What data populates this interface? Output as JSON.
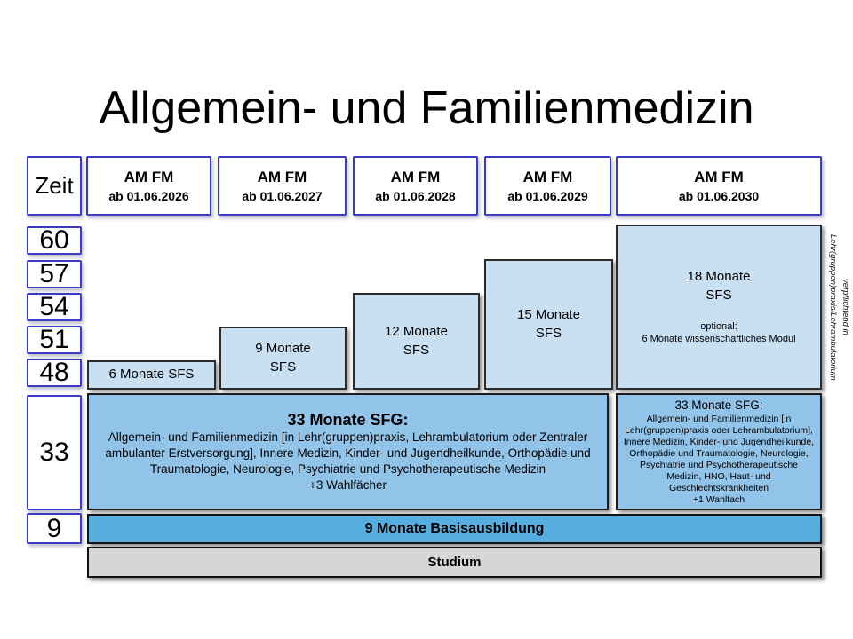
{
  "title": "Allgemein- und Familienmedizin",
  "zeit": {
    "label": "Zeit",
    "rows": [
      "60",
      "57",
      "54",
      "51",
      "48",
      "33",
      "9"
    ]
  },
  "cohorts": [
    {
      "name": "AM FM",
      "start": "ab 01.06.2026"
    },
    {
      "name": "AM FM",
      "start": "ab 01.06.2027"
    },
    {
      "name": "AM FM",
      "start": "ab 01.06.2028"
    },
    {
      "name": "AM FM",
      "start": "ab 01.06.2029"
    },
    {
      "name": "AM FM",
      "start": "ab 01.06.2030"
    }
  ],
  "sfs": {
    "box6": {
      "line1": "6 Monate  SFS"
    },
    "box9": {
      "line1": "9 Monate",
      "line2": "SFS"
    },
    "box12": {
      "line1": "12 Monate",
      "line2": "SFS"
    },
    "box15": {
      "line1": "15 Monate",
      "line2": "SFS"
    },
    "box18": {
      "line1": "18 Monate",
      "line2": "SFS",
      "optional_label": "optional:",
      "optional_text": "6 Monate wissenschaftliches Modul"
    }
  },
  "sfg_main": {
    "heading": "33 Monate SFG:",
    "body": "Allgemein- und Familienmedizin [in Lehr(gruppen)praxis, Lehrambulatorium oder Zentraler ambulanter Erstversorgung], Innere Medizin, Kinder- und Jugendheilkunde, Orthopädie und Traumatologie, Neurologie, Psychiatrie und Psychotherapeutische Medizin",
    "extra": "+3 Wahlfächer"
  },
  "sfg_alt": {
    "heading": "33 Monate SFG:",
    "body": "Allgemein- und Familienmedizin  [in Lehr(gruppen)praxis oder Lehrambulatorium], Innere Medizin, Kinder- und Jugendheilkunde, Orthopädie und Traumatologie, Neurologie, Psychiatrie und Psychotherapeutische Medizin, HNO,  Haut- und Geschlechtskrankheiten",
    "extra": "+1 Wahlfach"
  },
  "bars": {
    "basis": "9 Monate Basisausbildung",
    "studium": "Studium"
  },
  "side_note": {
    "line1": "verpflichtend in",
    "line2": "Lehr(gruppen)praxis/Lehrambulatorium"
  },
  "colors": {
    "sfs_light_blue": "#c9dff2",
    "sfg_medium_blue": "#92c3e8",
    "basis_bright_blue": "#55ade0",
    "studium_gray": "#d6d6d8",
    "header_border_blue": "#3b3bc4",
    "box_border_dark": "#1c1c1c"
  }
}
